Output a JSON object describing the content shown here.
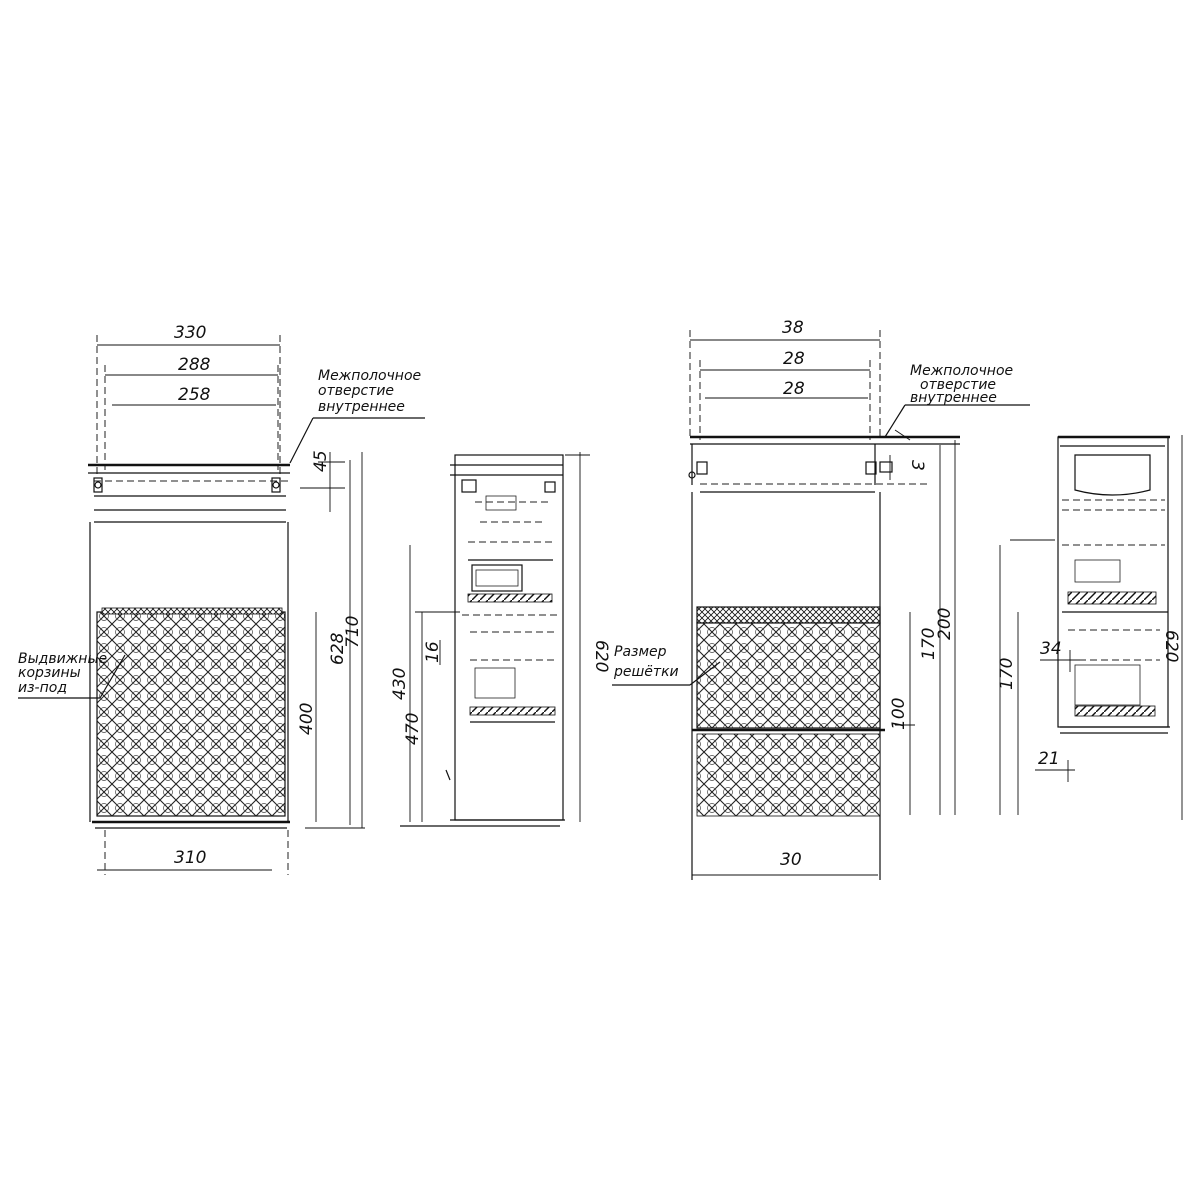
{
  "drawing": {
    "view1": {
      "dims": {
        "top_outer": "330",
        "top_mid": "288",
        "top_inner": "258",
        "bottom_width": "310",
        "top_height": "45",
        "total_height_1": "628",
        "total_height_2": "710",
        "lower_height": "400"
      },
      "notes": {
        "right_top": [
          "Межполочное",
          "отверстие",
          "внутреннее"
        ],
        "left_mid": [
          "Выдвижные",
          "корзины",
          "из-под"
        ]
      }
    },
    "view2": {
      "dims": {
        "height": "620",
        "gap": "16",
        "lower": "470",
        "mid_height": "430"
      }
    },
    "view3": {
      "dims": {
        "top_outer": "38",
        "top_mid": "28",
        "top_inner": "28",
        "bottom_width": "30",
        "top_height": "3",
        "total_height_1": "170",
        "total_height_2": "200",
        "lower_height": "100"
      },
      "notes": {
        "right_top": [
          "Межполочное",
          "отверстие",
          "внутреннее"
        ],
        "left_mid": [
          "Размер",
          "решётки"
        ]
      }
    },
    "view4": {
      "dims": {
        "height": "620",
        "mid_height": "170",
        "gap": "34",
        "bottom": "21"
      }
    }
  }
}
